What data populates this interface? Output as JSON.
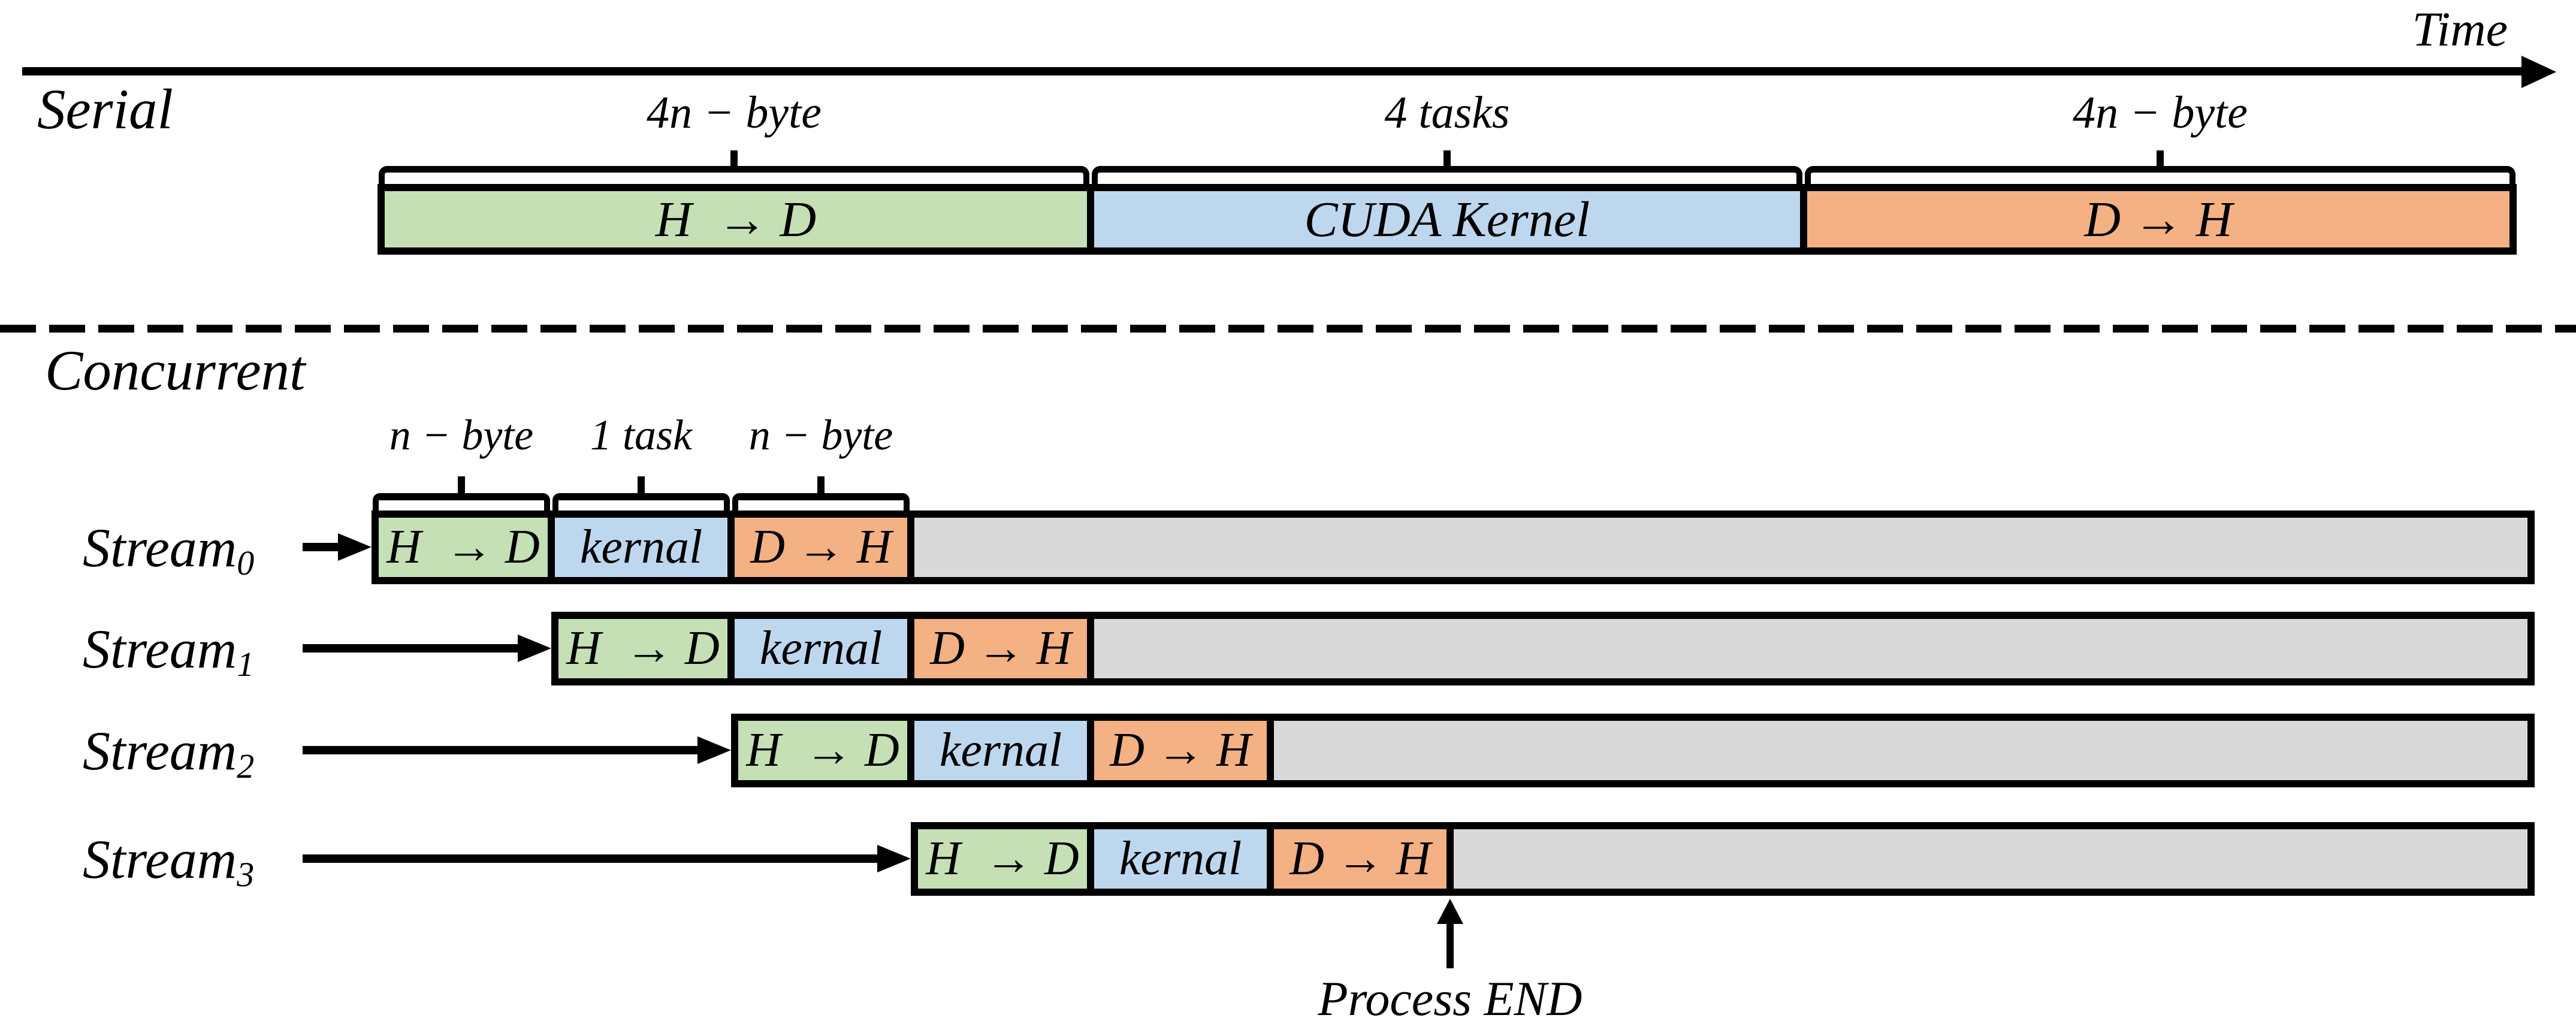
{
  "colors": {
    "h2d_green": "#c5e0b4",
    "kernel_blue": "#bdd7ee",
    "d2h_orange": "#f4b183",
    "idle_gray": "#d9d9d9",
    "line_black": "#000000"
  },
  "time_axis": {
    "label": "Time"
  },
  "serial": {
    "title": "Serial",
    "annotations": [
      {
        "label": "4n − byte"
      },
      {
        "label": "4 tasks"
      },
      {
        "label": "4n − byte"
      }
    ],
    "segments": [
      {
        "label": "H  → D"
      },
      {
        "label": "CUDA Kernel"
      },
      {
        "label": "D → H"
      }
    ]
  },
  "concurrent": {
    "title": "Concurrent",
    "annotations": [
      {
        "label": "n − byte"
      },
      {
        "label": "1 task"
      },
      {
        "label": "n − byte"
      }
    ],
    "streams": [
      {
        "name": "Stream",
        "subscript": "0",
        "segments": [
          {
            "label": "H  → D"
          },
          {
            "label": "kernal"
          },
          {
            "label": "D → H"
          }
        ]
      },
      {
        "name": "Stream",
        "subscript": "1",
        "segments": [
          {
            "label": "H  → D"
          },
          {
            "label": "kernal"
          },
          {
            "label": "D → H"
          }
        ]
      },
      {
        "name": "Stream",
        "subscript": "2",
        "segments": [
          {
            "label": "H  → D"
          },
          {
            "label": "kernal"
          },
          {
            "label": "D → H"
          }
        ]
      },
      {
        "name": "Stream",
        "subscript": "3",
        "segments": [
          {
            "label": "H  → D"
          },
          {
            "label": "kernal"
          },
          {
            "label": "D → H"
          }
        ]
      }
    ],
    "process_end_label": "Process END"
  }
}
